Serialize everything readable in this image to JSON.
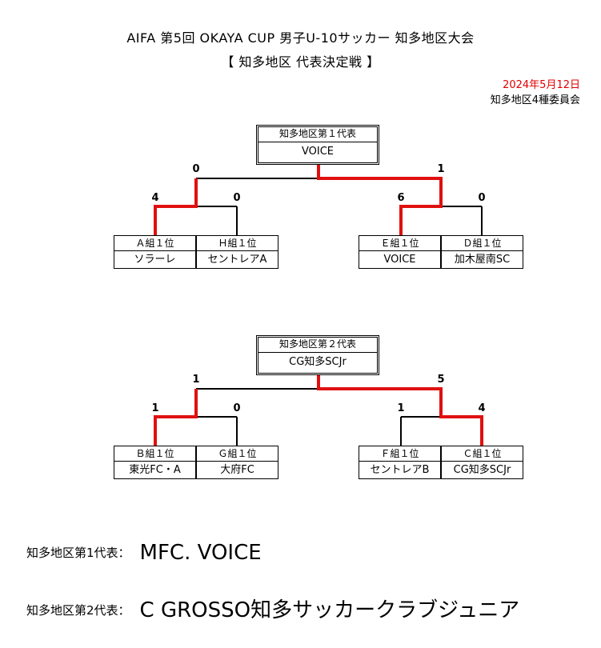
{
  "header": {
    "title": "AIFA 第5回 OKAYA CUP 男子U-10サッカー 知多地区大会",
    "subtitle": "【 知多地区 代表決定戦 】",
    "date": "2024年5月12日",
    "organizer": "知多地区4種委員会"
  },
  "bracket1": {
    "champion_label": "知多地区第１代表",
    "champion_value": "VOICE",
    "final_scores": [
      "0",
      "1"
    ],
    "semi_left_scores": [
      "4",
      "0"
    ],
    "semi_right_scores": [
      "6",
      "0"
    ],
    "teams": [
      {
        "label": "Ａ組１位",
        "name": "ソラーレ"
      },
      {
        "label": "Ｈ組１位",
        "name": "セントレアA"
      },
      {
        "label": "Ｅ組１位",
        "name": "VOICE"
      },
      {
        "label": "Ｄ組１位",
        "name": "加木屋南SC"
      }
    ]
  },
  "bracket2": {
    "champion_label": "知多地区第２代表",
    "champion_value": "CG知多SCJr",
    "final_scores": [
      "1",
      "5"
    ],
    "semi_left_scores": [
      "1",
      "0"
    ],
    "semi_right_scores": [
      "1",
      "4"
    ],
    "teams": [
      {
        "label": "Ｂ組１位",
        "name": "東光FC・A"
      },
      {
        "label": "Ｇ組１位",
        "name": "大府FC"
      },
      {
        "label": "Ｆ組１位",
        "name": "セントレアB"
      },
      {
        "label": "Ｃ組１位",
        "name": "CG知多SCJr"
      }
    ]
  },
  "results": [
    {
      "label": "知多地区第1代表：",
      "team": "MFC. VOICE"
    },
    {
      "label": "知多地区第2代表：",
      "team": "C GROSSO知多サッカークラブジュニア"
    }
  ],
  "colors": {
    "winner_line": "#e01010",
    "line": "#000000",
    "date": "#e00000"
  }
}
